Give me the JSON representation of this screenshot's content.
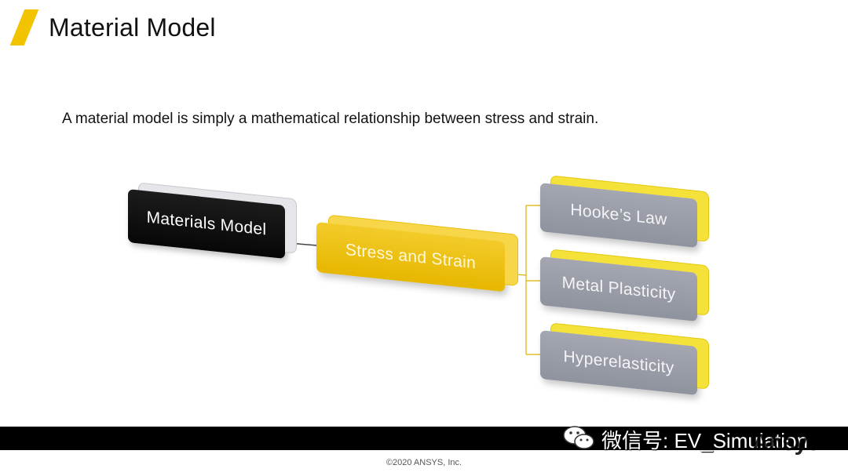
{
  "slide": {
    "title": "Material Model",
    "intro": "A material model is simply a mathematical relationship between stress and strain."
  },
  "diagram": {
    "root": "Materials Model",
    "middle": "Stress and Strain",
    "children": [
      "Hooke’s Law",
      "Metal Plasticity",
      "Hyperelasticity"
    ]
  },
  "footer": {
    "watermark": "微信号: EV_Simulation",
    "logo": "Ansys",
    "copyright": "©2020 ANSYS, Inc."
  },
  "colors": {
    "accent": "#f2c300",
    "root_block": "#0d0d0d",
    "middle_block": "#eec018",
    "child_block": "#9a9ea8"
  }
}
